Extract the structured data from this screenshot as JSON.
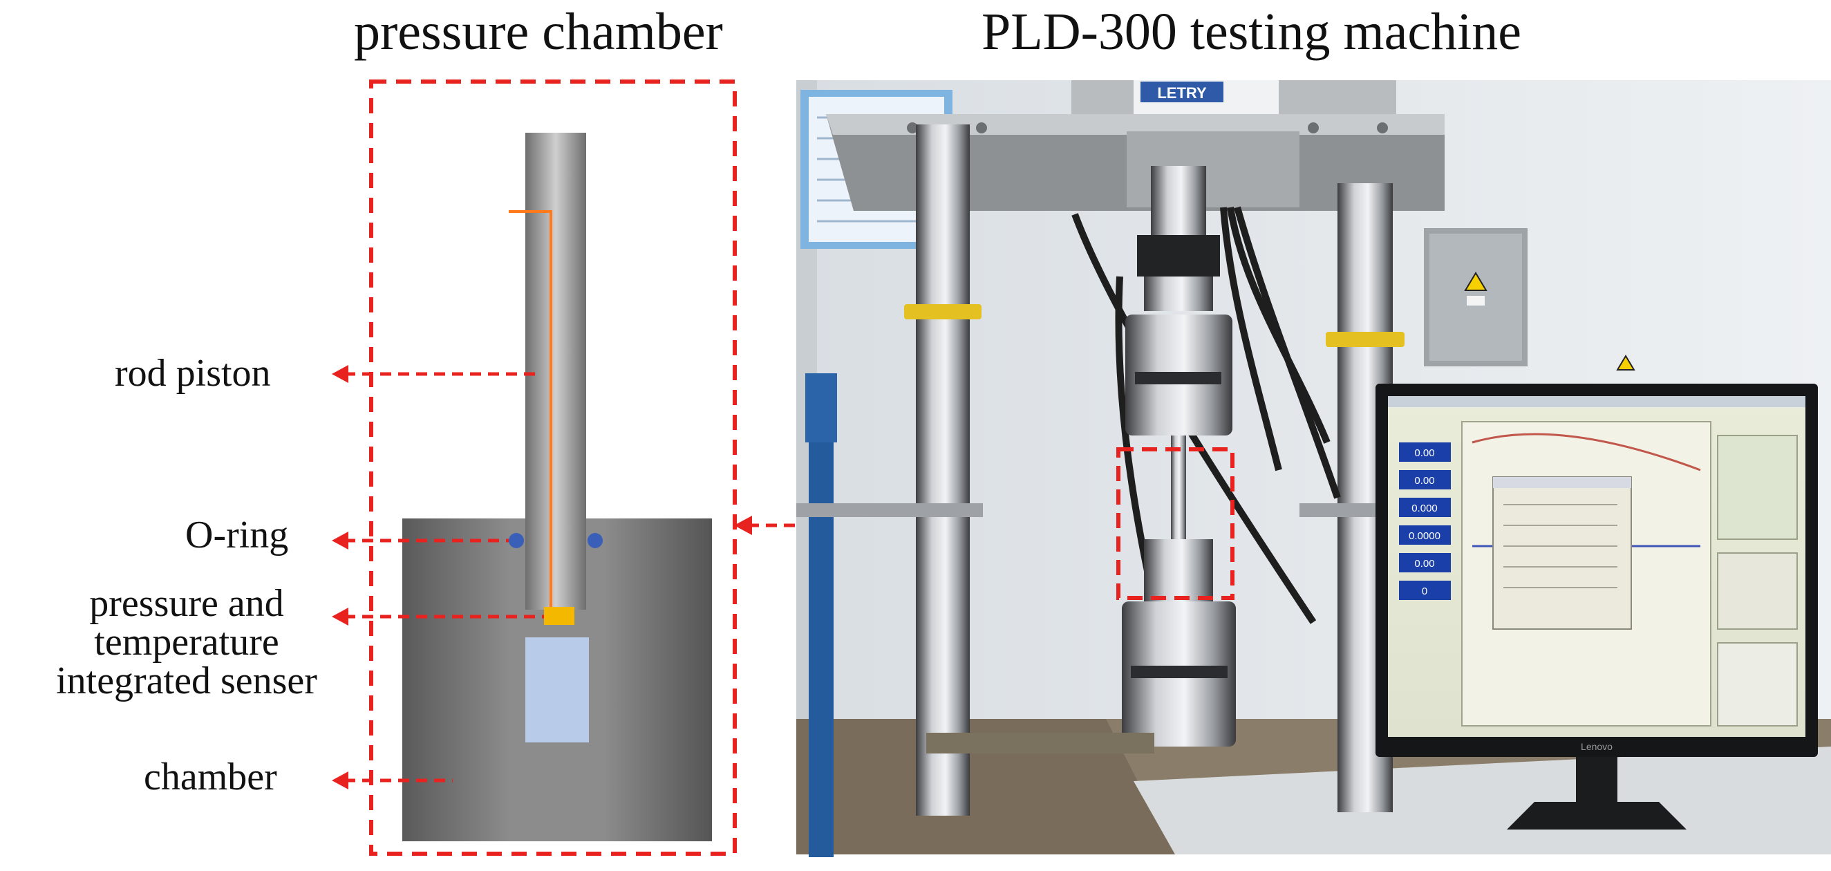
{
  "titles": {
    "left": "pressure chamber",
    "right": "PLD-300 testing machine"
  },
  "labels": {
    "rod_piston": "rod piston",
    "o_ring": "O-ring",
    "sensor_line1": "pressure and",
    "sensor_line2": "temperature",
    "sensor_line3": "integrated senser",
    "chamber": "chamber"
  },
  "photo": {
    "brand_plate": "LETRY",
    "monitor_brand": "Lenovo",
    "readouts": [
      "0.00",
      "0.00",
      "0.000",
      "0.0000",
      "0.00",
      "0"
    ]
  },
  "colors": {
    "dashed_red": "#e8231f",
    "chamber_gray": "#6f6f6f",
    "rod_gray": "#8a8a8a",
    "sensor_orange": "#f5a623",
    "specimen_blue": "#b8cbe8",
    "o_ring_blue": "#3a5fb8",
    "lead_orange": "#ff7a1a"
  }
}
